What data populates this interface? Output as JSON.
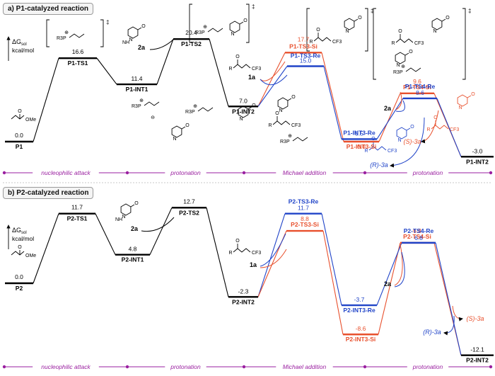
{
  "panels": [
    {
      "title": "a) P1-catalyzed reaction",
      "y_label": "ΔG",
      "y_label_sub": "sol",
      "y_unit": "kcal/mol",
      "states": [
        {
          "label": "P1",
          "energy": "0.0"
        },
        {
          "label": "P1-TS1",
          "energy": "16.6"
        },
        {
          "label": "P1-INT1",
          "energy": "11.4"
        },
        {
          "label": "P1-TS2",
          "energy": "20.4"
        },
        {
          "label": "P1-INT2",
          "energy": "7.0"
        },
        {
          "label": "P1-TS3-Si",
          "energy": "17.7",
          "pathway": "Si"
        },
        {
          "label": "P1-TS3-Re",
          "energy": "15.0",
          "pathway": "Re"
        },
        {
          "label": "P1-INT3-Re",
          "energy": "0.5",
          "pathway": "Re"
        },
        {
          "label": "P1-INT3-Si",
          "energy": "0.0",
          "pathway": "Si"
        },
        {
          "label": "P1-TS4-Si",
          "energy": "9.6",
          "pathway": "Si"
        },
        {
          "label": "P1-TS4-Re",
          "energy": "8.6",
          "pathway": "Re"
        },
        {
          "label": "P1-INT2",
          "energy": "-3.0"
        }
      ],
      "species_labels": [
        "2a",
        "1a",
        "2a",
        "(S)-3a",
        "(R)-3a"
      ],
      "stages": [
        "nucleophilic attack",
        "protonation",
        "Michael addition",
        "protonation"
      ]
    },
    {
      "title": "b) P2-catalyzed reaction",
      "y_label": "ΔG",
      "y_label_sub": "sol",
      "y_unit": "kcal/mol",
      "states": [
        {
          "label": "P2",
          "energy": "0.0"
        },
        {
          "label": "P2-TS1",
          "energy": "11.7"
        },
        {
          "label": "P2-INT1",
          "energy": "4.8"
        },
        {
          "label": "P2-TS2",
          "energy": "12.7"
        },
        {
          "label": "P2-INT2",
          "energy": "-2.3"
        },
        {
          "label": "P2-TS3-Re",
          "energy": "11.7",
          "pathway": "Re"
        },
        {
          "label": "P2-TS3-Si",
          "energy": "8.8",
          "pathway": "Si"
        },
        {
          "label": "P2-INT3-Re",
          "energy": "-3.7",
          "pathway": "Re"
        },
        {
          "label": "P2-INT3-Si",
          "energy": "-8.6",
          "pathway": "Si"
        },
        {
          "label": "P2-TS4-Si",
          "energy": "6.8",
          "pathway": "Si"
        },
        {
          "label": "P2-TS4-Re",
          "energy": "6.8",
          "pathway": "Re"
        },
        {
          "label": "P2-INT2",
          "energy": "-12.1"
        }
      ],
      "species_labels": [
        "2a",
        "1a",
        "2a",
        "(S)-3a",
        "(R)-3a"
      ],
      "stages": [
        "nucleophilic attack",
        "protonation",
        "Michael addition",
        "protonation"
      ]
    }
  ],
  "structure_labels": {
    "ts_dagger": "‡",
    "ome": "OMe",
    "cf3": "CF3",
    "r3p": "R3P",
    "r": "R",
    "o": "O",
    "n": "N",
    "nh": "NH",
    "n_h": "N–H",
    "h_dots": "H",
    "plus": "⊕",
    "minus": "⊖"
  },
  "colors": {
    "common": "#000000",
    "si": "#e8502d",
    "re": "#2044c8",
    "stage": "#9a1fa0",
    "divider": "#c8c8c8"
  }
}
